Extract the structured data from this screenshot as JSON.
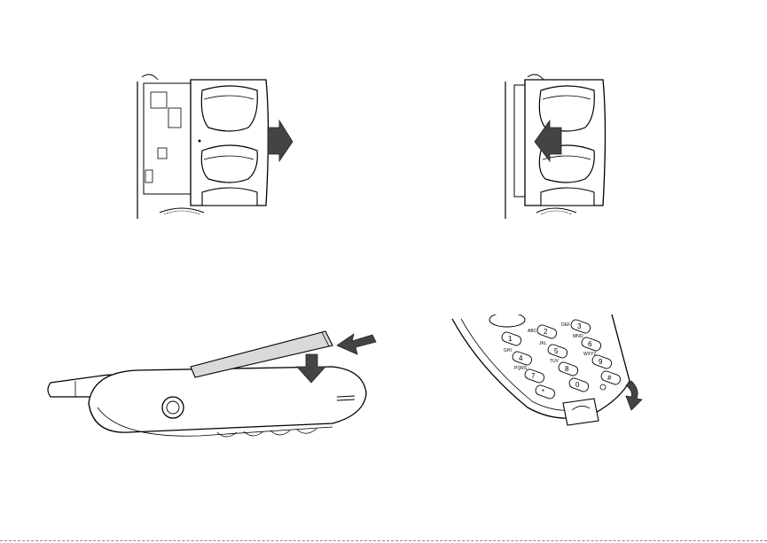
{
  "illustrations": [
    {
      "name": "remove-battery-cover",
      "description_visible": false
    },
    {
      "name": "insert-battery-cover",
      "description_visible": false
    },
    {
      "name": "insert-battery",
      "description_visible": false
    },
    {
      "name": "battery-release",
      "description_visible": false
    }
  ],
  "keypad": {
    "keys": [
      {
        "digit": "1",
        "letters": ""
      },
      {
        "digit": "2",
        "letters": "ABC"
      },
      {
        "digit": "3",
        "letters": "DEF"
      },
      {
        "digit": "4",
        "letters": "GHI"
      },
      {
        "digit": "5",
        "letters": "JKL"
      },
      {
        "digit": "6",
        "letters": "MNO"
      },
      {
        "digit": "7",
        "letters": "PQRS"
      },
      {
        "digit": "8",
        "letters": "TUV"
      },
      {
        "digit": "9",
        "letters": "WXYZ"
      },
      {
        "digit": "*",
        "letters": ""
      },
      {
        "digit": "0",
        "letters": ""
      },
      {
        "digit": "#",
        "letters": ""
      }
    ]
  },
  "colors": {
    "line": "#000000",
    "arrow_fill": "#444444",
    "battery_fill": "#d9d9d9"
  }
}
